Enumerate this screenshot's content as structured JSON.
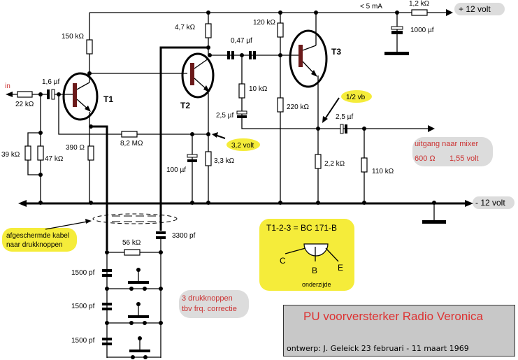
{
  "title": {
    "main": "PU  voorversterker Radio Veronica",
    "design": "ontwerp: J. Geleick    23 februari - 11 maart 1969"
  },
  "rails": {
    "positive": "+ 12 volt",
    "negative": "- 12 volt",
    "current": "< 5 mA"
  },
  "input": {
    "label": "in"
  },
  "components": {
    "r_in": "22 kΩ",
    "c_in": "1,6 µf",
    "r1": "150 kΩ",
    "r_39": "39 kΩ",
    "r_47": "47 kΩ",
    "r_390": "390 Ω",
    "r_fb": "8,2 MΩ",
    "r_47k_c": "4,7 kΩ",
    "c_047": "0,47 µf",
    "r_10k": "10 kΩ",
    "c_25a": "2,5 µf",
    "c_100": "100 µf",
    "r_33": "3,3 kΩ",
    "r_120": "120 kΩ",
    "r_220": "220 kΩ",
    "r_22": "2,2 kΩ",
    "c_25b": "2,5 µf",
    "r_110": "110 kΩ",
    "r_12k": "1,2 kΩ",
    "c_1000": "1000 µf",
    "r_56": "56 kΩ",
    "c_3300": "3300 pf",
    "c_1500_1": "1500 pf",
    "c_1500_2": "1500 pf",
    "c_1500_3": "1500 pf"
  },
  "transistors": {
    "t1": "T1",
    "t2": "T2",
    "t3": "T3"
  },
  "callouts": {
    "v32": "3,2 volt",
    "half_vb": "1/2  vb",
    "cable_line1": "afgeschermde kabel",
    "cable_line2": "naar drukknoppen",
    "output_line1": "uitgang naar mixer",
    "output_imp": "600 Ω",
    "output_volt": "1,55 volt",
    "buttons_line1": "3 drukknoppen",
    "buttons_line2": "tbv frq. correctie"
  },
  "pinout": {
    "title": "T1-2-3 =  BC 171-B",
    "c": "C",
    "b": "B",
    "e": "E",
    "caption": "onderzijde"
  },
  "colors": {
    "callout_yellow": "#f5ec3a",
    "callout_grey": "#dcdcdc",
    "title_bg": "#c8c8c8",
    "accent_red": "#cc3333",
    "transistor_base": "#6b1a1a"
  }
}
